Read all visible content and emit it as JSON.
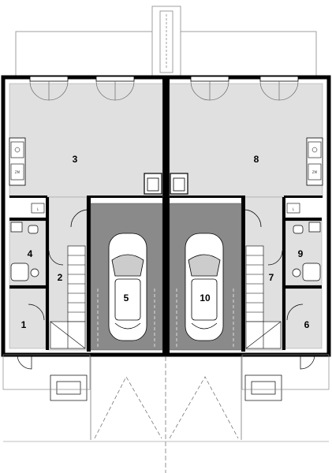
{
  "rooms": [
    {
      "id": "1",
      "label": "1"
    },
    {
      "id": "2",
      "label": "2"
    },
    {
      "id": "3",
      "label": "3"
    },
    {
      "id": "4",
      "label": "4"
    },
    {
      "id": "5",
      "label": "5"
    },
    {
      "id": "6",
      "label": "6"
    },
    {
      "id": "7",
      "label": "7"
    },
    {
      "id": "8",
      "label": "8"
    },
    {
      "id": "9",
      "label": "9"
    },
    {
      "id": "10",
      "label": "10"
    }
  ],
  "appliances": {
    "left_fridge": "ZM",
    "right_fridge": "ZM",
    "left_sink": "L",
    "right_sink": "L"
  },
  "colors": {
    "wall": "#000000",
    "floor": "#e0e0e0",
    "garage_floor": "#8a8a8a",
    "line": "#444444"
  }
}
